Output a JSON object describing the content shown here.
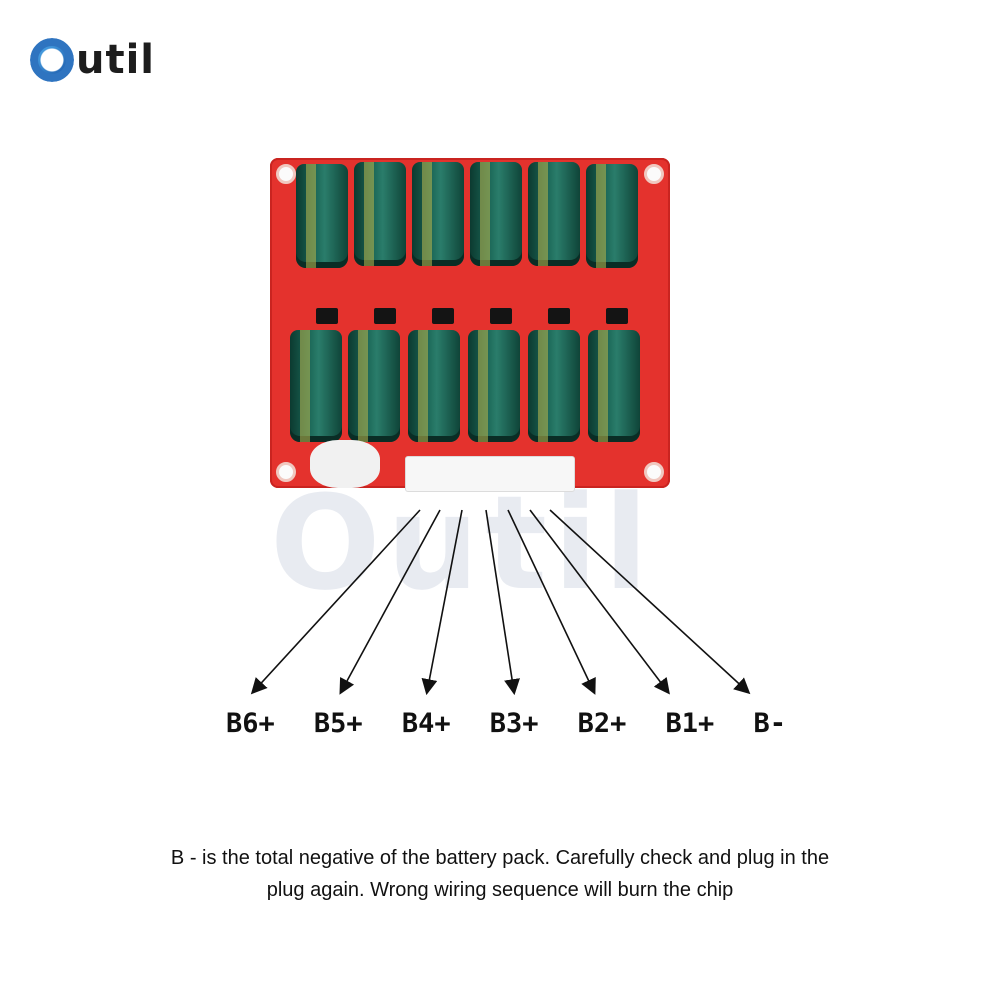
{
  "brand": {
    "name": "util"
  },
  "watermark": {
    "text": "Outil"
  },
  "pins": [
    {
      "label": "B6+"
    },
    {
      "label": "B5+"
    },
    {
      "label": "B4+"
    },
    {
      "label": "B3+"
    },
    {
      "label": "B2+"
    },
    {
      "label": "B1+"
    },
    {
      "label": "B-"
    }
  ],
  "note": {
    "line1": "B - is the total negative of the battery pack. Carefully check and plug in the",
    "line2": "plug again. Wrong wiring sequence will burn the chip"
  },
  "colors": {
    "board": "#e4322d",
    "capacitor": "#1a6555",
    "logo_accent": "#2f74c0"
  }
}
